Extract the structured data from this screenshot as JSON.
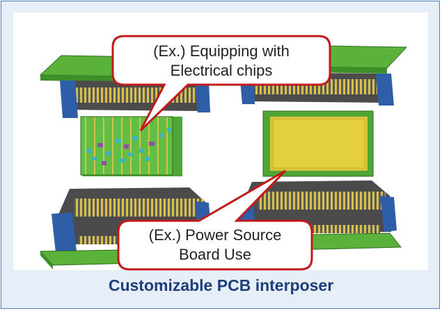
{
  "callouts": {
    "top": {
      "line1": "(Ex.) Equipping with",
      "line2": "Electrical chips"
    },
    "bottom": {
      "line1": "(Ex.) Power Source",
      "line2": "Board Use"
    }
  },
  "caption": "Customizable PCB interposer",
  "colors": {
    "frame_border": "#4f7fb8",
    "frame_bg": "#e6eef8",
    "pcb_green": "#54b23a",
    "connector_dark": "#4a4a4a",
    "connector_blue": "#2f5ea8",
    "gold_pad": "#d9c43a",
    "callout_border": "#c21a1a",
    "caption_color": "#1e3d7b"
  }
}
